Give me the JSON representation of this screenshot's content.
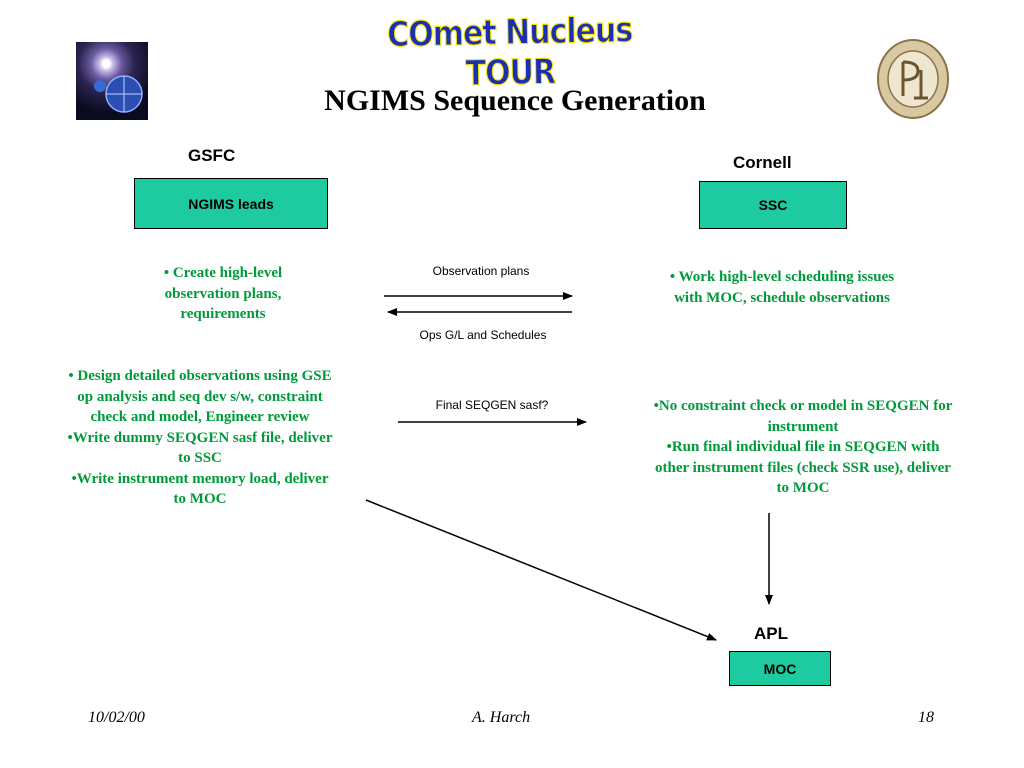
{
  "banner": "COmet Nucleus TOUR",
  "title": "NGIMS Sequence Generation",
  "orgs": {
    "gsfc": "GSFC",
    "cornell": "Cornell",
    "apl": "APL"
  },
  "boxes": {
    "ngims": "NGIMS leads",
    "ssc": "SSC",
    "moc": "MOC"
  },
  "gsfc_tasks_1": [
    "• Create high-level",
    "observation plans,",
    "requirements"
  ],
  "gsfc_tasks_2": [
    "• Design detailed observations using GSE",
    "op analysis and seq dev s/w, constraint",
    "check and model, Engineer review",
    "•Write dummy SEQGEN sasf file, deliver",
    "to SSC",
    "•Write instrument memory load, deliver",
    "to MOC"
  ],
  "ssc_tasks_1": [
    "• Work high-level scheduling  issues",
    "with MOC, schedule observations"
  ],
  "ssc_tasks_2": [
    "•No constraint check or model in SEQGEN for",
    "instrument",
    "•Run final individual  file in SEQGEN with",
    "other instrument files (check SSR use), deliver",
    "to MOC"
  ],
  "flows": {
    "observation_plans": "Observation plans",
    "ops_schedules": "Ops G/L and Schedules",
    "final_seqgen": "Final SEQGEN sasf?"
  },
  "footer": {
    "date": "10/02/00",
    "author": "A. Harch",
    "page": "18"
  },
  "colors": {
    "box_fill": "#1ecba1",
    "task_text": "#009a3a",
    "banner": "#1b2fb5"
  },
  "icons": {
    "left_logo": "comet-spacecraft-image",
    "right_logo": "jhu-seal-icon"
  }
}
